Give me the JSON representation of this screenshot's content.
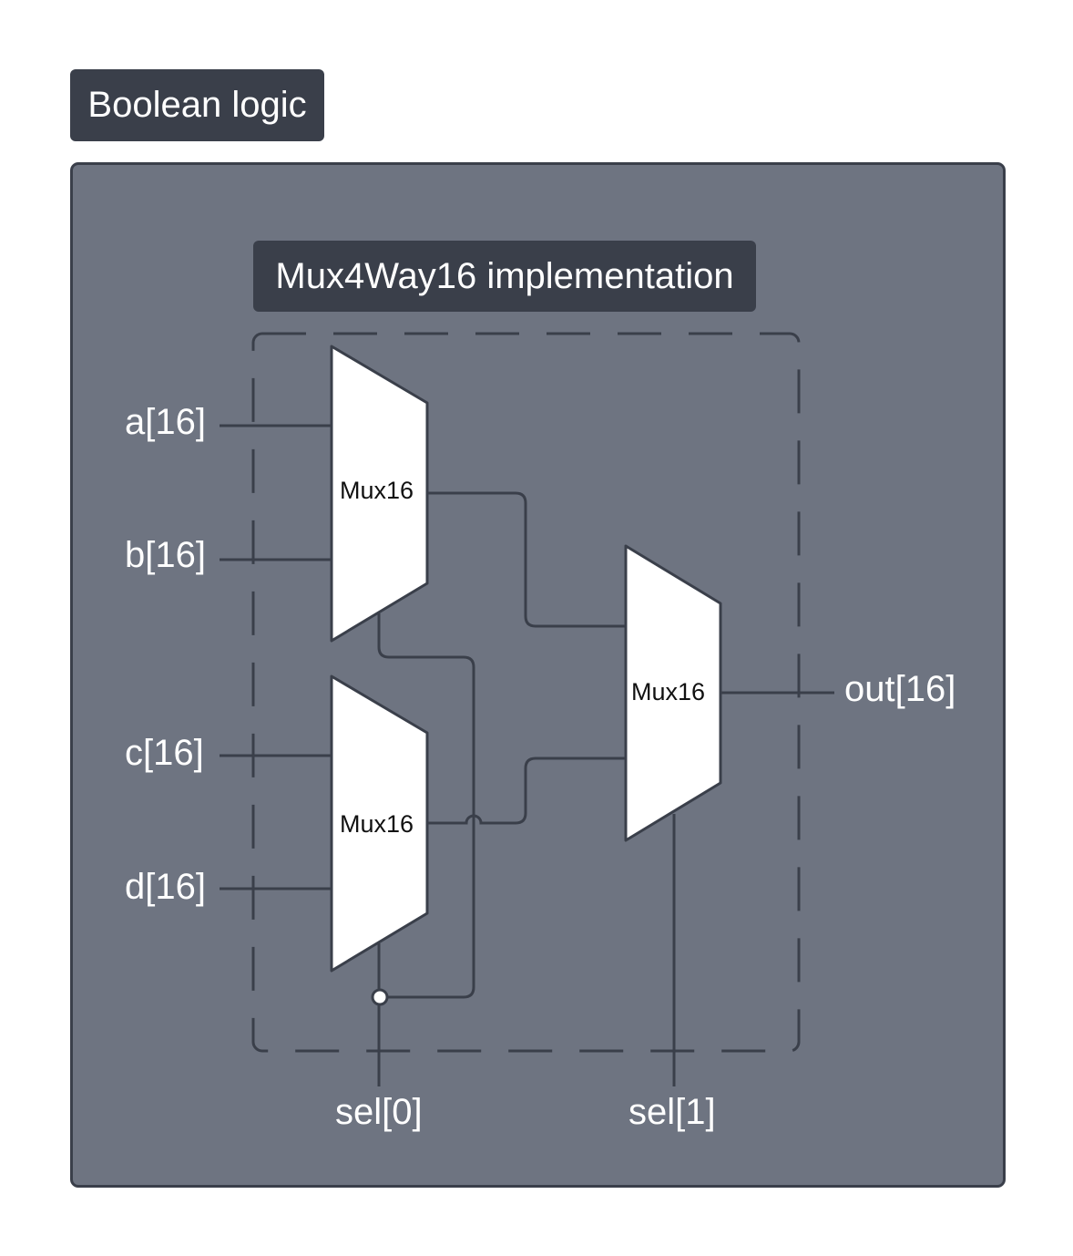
{
  "section_label": "Boolean logic",
  "colors": {
    "panel_fill": "#6e7481",
    "dark_fill": "#3a3f4a",
    "wire": "#3a3f4a",
    "mux_fill": "#ffffff",
    "label_text": "#ffffff"
  },
  "diagram": {
    "title": "Mux4Way16 implementation",
    "inputs": [
      "a[16]",
      "b[16]",
      "c[16]",
      "d[16]"
    ],
    "selects": [
      "sel[0]",
      "sel[1]"
    ],
    "output": "out[16]",
    "muxes": [
      {
        "id": "mux-top",
        "label": "Mux16",
        "inputs": [
          "a[16]",
          "b[16]"
        ],
        "select": "sel[0]"
      },
      {
        "id": "mux-bottom",
        "label": "Mux16",
        "inputs": [
          "c[16]",
          "d[16]"
        ],
        "select": "sel[0]"
      },
      {
        "id": "mux-final",
        "label": "Mux16",
        "inputs": [
          "mux-top",
          "mux-bottom"
        ],
        "select": "sel[1]",
        "output": "out[16]"
      }
    ]
  }
}
